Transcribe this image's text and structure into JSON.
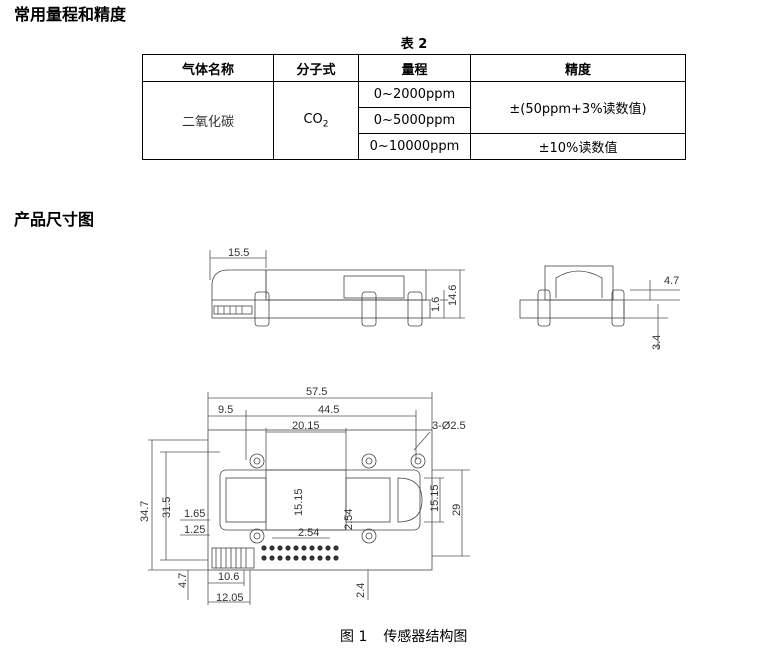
{
  "section1": {
    "title": "常用量程和精度"
  },
  "table": {
    "caption": "表 2",
    "headers": [
      "气体名称",
      "分子式",
      "量程",
      "精度"
    ],
    "gas_name": "二氧化碳",
    "formula_base": "CO",
    "formula_sub": "2",
    "ranges": [
      "0~2000ppm",
      "0~5000ppm",
      "0~10000ppm"
    ],
    "accuracy_1": "±(50ppm+3%读数值)",
    "accuracy_2": "±10%读数值"
  },
  "section2": {
    "title": "产品尺寸图"
  },
  "drawing": {
    "side_view": {
      "width_label": "15.5",
      "dim_a": "1.6",
      "dim_b": "14.6"
    },
    "end_view": {
      "dim_a": "4.7",
      "dim_b": "3.4"
    },
    "top_view": {
      "d_total": "57.5",
      "d_left": "9.5",
      "d_holes": "44.5",
      "d_window": "20.15",
      "d_hole_spec": "3-Ø2.5",
      "d_height": "34.7",
      "d_inner": "31.5",
      "d_win_h_left": "15.15",
      "d_win_h_right": "15.15",
      "d_29": "29",
      "d_165": "1.65",
      "d_125": "1.25",
      "d_254": "2.54",
      "d_254_v": "2.54",
      "d_47": "4.7",
      "d_106": "10.6",
      "d_1205": "12.05",
      "d_24": "2.4"
    }
  },
  "figure": {
    "number": "图 1",
    "title": "传感器结构图"
  }
}
